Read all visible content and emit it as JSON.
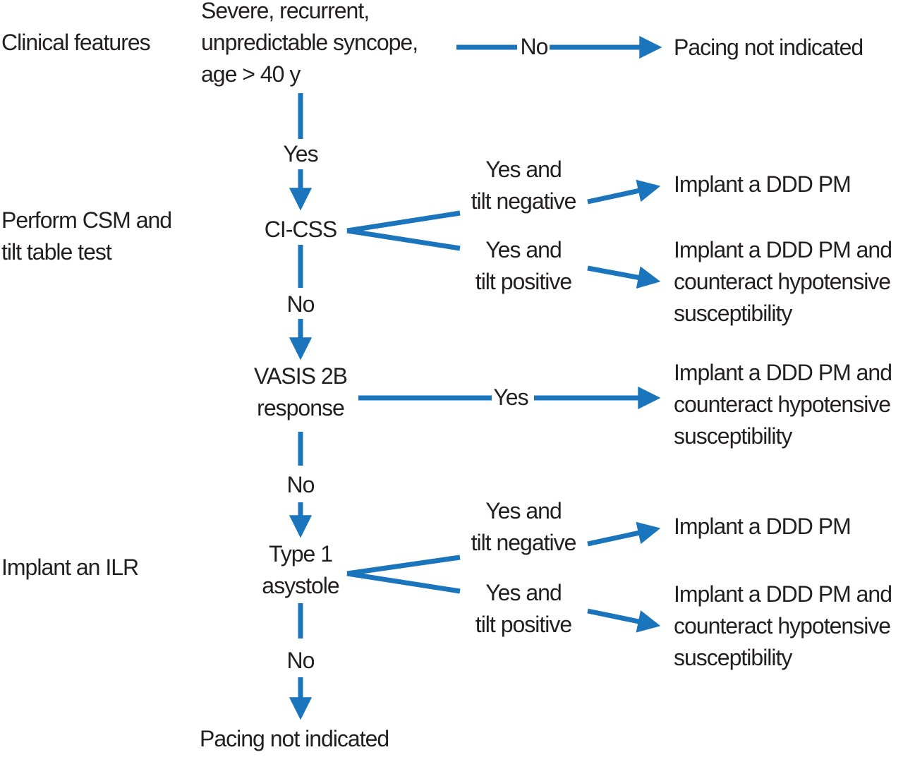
{
  "stage_labels": {
    "clinical_features": "Clinical features",
    "perform_csm": "Perform CSM and\ntilt table test",
    "implant_ilr": "Implant an ILR"
  },
  "nodes": {
    "entry_criteria": "Severe, recurrent,\nunpredictable syncope,\nage > 40 y",
    "ci_css": "CI-CSS",
    "vasis_2b": "VASIS 2B\nresponse",
    "type1_asystole": "Type 1\nasystole"
  },
  "edge_labels": {
    "no_entry": "No",
    "yes_entry": "Yes",
    "yes_tilt_negative_1": "Yes and\ntilt negative",
    "yes_tilt_positive_1": "Yes and\ntilt positive",
    "no_cicss": "No",
    "yes_vasis": "Yes",
    "no_vasis": "No",
    "yes_tilt_negative_2": "Yes and\ntilt negative",
    "yes_tilt_positive_2": "Yes and\ntilt positive",
    "no_type1": "No"
  },
  "outcomes": {
    "pacing_not_indicated_top": "Pacing not indicated",
    "implant_ddd_1": "Implant a DDD PM",
    "implant_ddd_counteract_1": "Implant a DDD PM and\ncounteract hypotensive\nsusceptibility",
    "implant_ddd_counteract_2": "Implant a DDD PM and\ncounteract hypotensive\nsusceptibility",
    "implant_ddd_2": "Implant a DDD PM",
    "implant_ddd_counteract_3": "Implant a DDD PM and\ncounteract hypotensive\nsusceptibility",
    "pacing_not_indicated_bottom": "Pacing not indicated"
  },
  "colors": {
    "connector": "#1b75bc",
    "text": "#231f20",
    "background": "#ffffff"
  }
}
